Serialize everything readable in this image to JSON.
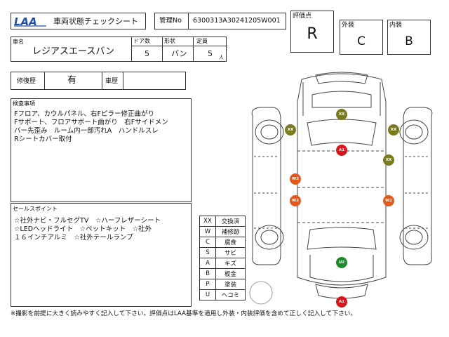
{
  "header": {
    "logo_text": "LAA",
    "title": "車両状態チェックシート",
    "mgmt_label": "管理No",
    "mgmt_value": "6300313A30241205W001"
  },
  "ratings": {
    "overall_label": "評価点",
    "overall_value": "R",
    "exterior_label": "外装",
    "exterior_value": "C",
    "interior_label": "内装",
    "interior_value": "B"
  },
  "vehicle": {
    "name_label": "車名",
    "name_value": "レジアスエースバン",
    "doors_label": "ドア数",
    "doors_value": "5",
    "shape_label": "形状",
    "shape_value": "バン",
    "capacity_label": "定員",
    "capacity_value": "5",
    "capacity_unit": "人"
  },
  "history": {
    "repair_label": "修復歴",
    "repair_value": "有",
    "inspection_label": "車歴",
    "inspection_value": ""
  },
  "inspection_notes": {
    "label": "検査事項",
    "lines": [
      "Fフロア、カウルパネル、右Fピラー修正曲がり",
      "Fサポート、フロアサポート曲がり　右Fサイドメン",
      "バー先歪み　ルーム内一部汚れA　ハンドルスレ",
      "Rシートカバー取付"
    ]
  },
  "sales_points": {
    "label": "セールスポイント",
    "lines": [
      "☆社外ナビ・フルセグTV　☆ハーフレザーシート",
      "☆LEDヘッドライト　☆ペットキット　☆社外",
      "１６インチアルミ　☆社外テールランプ"
    ]
  },
  "legend": [
    {
      "code": "XX",
      "meaning": "交換済"
    },
    {
      "code": "W",
      "meaning": "補修跡"
    },
    {
      "code": "C",
      "meaning": "腐食"
    },
    {
      "code": "S",
      "meaning": "サビ"
    },
    {
      "code": "A",
      "meaning": "キズ"
    },
    {
      "code": "B",
      "meaning": "板金"
    },
    {
      "code": "P",
      "meaning": "塗装"
    },
    {
      "code": "U",
      "meaning": "ヘコミ"
    }
  ],
  "damage_marks": [
    {
      "code": "XX",
      "color": "#7a7a1e"
    },
    {
      "code": "XX",
      "color": "#7a7a1e"
    },
    {
      "code": "XX",
      "color": "#7a7a1e"
    },
    {
      "code": "XX",
      "color": "#7a7a1e"
    },
    {
      "code": "A1",
      "color": "#d9161c"
    },
    {
      "code": "W2",
      "color": "#e25a1c"
    },
    {
      "code": "W2",
      "color": "#e25a1c"
    },
    {
      "code": "W2",
      "color": "#e25a1c"
    },
    {
      "code": "U2",
      "color": "#1d8a2c"
    },
    {
      "code": "A1",
      "color": "#d9161c"
    }
  ],
  "footer": "※撮影を前提に大きく読みやすく記入して下さい。評価点はLAA基準を適用し外装・内装評価を含めて正しく記入して下さい。"
}
